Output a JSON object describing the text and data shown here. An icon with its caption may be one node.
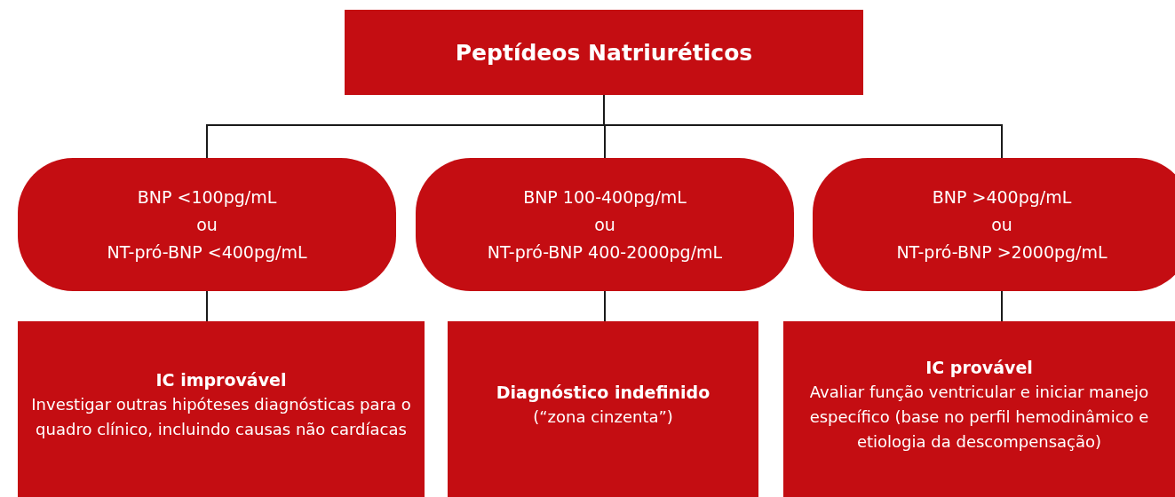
{
  "diagram": {
    "nodes": [
      {
        "text": [
          "Peptídeos Natriuréticos"
        ]
      },
      {
        "text": [
          "BNP <100pg/mL",
          "ou",
          "NT-pró-BNP <400pg/mL"
        ]
      },
      {
        "text": [
          "BNP 100-400pg/mL",
          "ou",
          "NT-pró-BNP 400-2000pg/mL"
        ]
      },
      {
        "text": [
          "BNP >400pg/mL",
          "ou",
          "NT-pró-BNP >2000pg/mL"
        ]
      },
      {
        "text": [
          "IC improvável",
          "Investigar outras hipóteses diagnósticas para o quadro clínico, incluindo causas não cardíacas"
        ]
      },
      {
        "text": [
          "Diagnóstico indefinido",
          "(“zona cinzenta”)"
        ]
      },
      {
        "text": [
          "IC provável",
          "Avaliar função ventricular e iniciar manejo específico (base no perfil hemodinâmico e etiologia da descompensação)"
        ]
      }
    ],
    "edges": [
      {
        "from": 0,
        "to": 1,
        "arrow": "none"
      },
      {
        "from": 0,
        "to": 2,
        "arrow": "none"
      },
      {
        "from": 0,
        "to": 3,
        "arrow": "none"
      },
      {
        "from": 1,
        "to": 4,
        "arrow": "none"
      },
      {
        "from": 2,
        "to": 5,
        "arrow": "none"
      },
      {
        "from": 3,
        "to": 6,
        "arrow": "none"
      }
    ]
  }
}
